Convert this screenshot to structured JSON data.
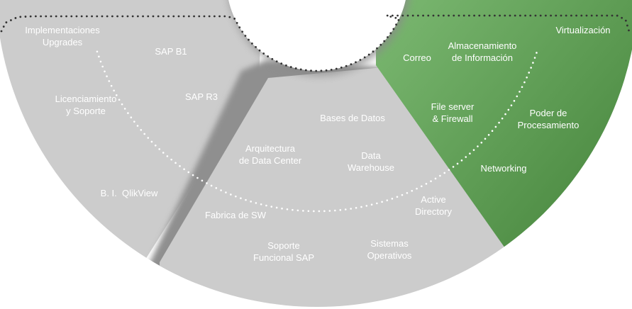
{
  "title": "Service areas ring diagram",
  "colors": {
    "gray_segment": "#cccccc",
    "gray_shadow": "#8f8f8f",
    "green_light": "#79b56f",
    "green_dark": "#3f7d35",
    "label_text": "#ffffff",
    "outer_divider_dots": "#333333",
    "inner_divider_dots": "#ffffff"
  },
  "segments": [
    {
      "name": "sap-business-intelligence",
      "color": "gray",
      "labels": [
        {
          "id": "implementaciones",
          "lines": [
            "Implementaciones",
            "Upgrades"
          ]
        },
        {
          "id": "sap-b1",
          "lines": [
            "SAP B1"
          ]
        },
        {
          "id": "licenciamiento",
          "lines": [
            "Licenciamiento",
            "y Soporte"
          ]
        },
        {
          "id": "sap-r3",
          "lines": [
            "SAP R3"
          ]
        },
        {
          "id": "bi-qlikview",
          "lines": [
            "B. I.  QlikView"
          ]
        }
      ]
    },
    {
      "name": "data-center-software",
      "color": "gray",
      "labels": [
        {
          "id": "bases-de-datos",
          "lines": [
            "Bases de Datos"
          ]
        },
        {
          "id": "arquitectura",
          "lines": [
            "Arquitectura",
            "de Data Center"
          ]
        },
        {
          "id": "data-warehouse",
          "lines": [
            "Data",
            "Warehouse"
          ]
        },
        {
          "id": "fabrica-sw",
          "lines": [
            "Fabrica de SW"
          ]
        },
        {
          "id": "active-directory",
          "lines": [
            "Active",
            "Directory"
          ]
        },
        {
          "id": "soporte-funcional",
          "lines": [
            "Soporte",
            "Funcional SAP"
          ]
        },
        {
          "id": "sistemas-operativos",
          "lines": [
            "Sistemas",
            "Operativos"
          ]
        }
      ]
    },
    {
      "name": "infrastructure",
      "color": "green",
      "labels": [
        {
          "id": "correo",
          "lines": [
            "Correo"
          ]
        },
        {
          "id": "almacenamiento",
          "lines": [
            "Almacenamiento",
            "de Información"
          ]
        },
        {
          "id": "virtualizacion",
          "lines": [
            "Virtualización"
          ]
        },
        {
          "id": "file-server",
          "lines": [
            "File server",
            "& Firewall"
          ]
        },
        {
          "id": "poder-procesamiento",
          "lines": [
            "Poder de",
            "Procesamiento"
          ]
        },
        {
          "id": "networking",
          "lines": [
            "Networking"
          ]
        }
      ]
    }
  ]
}
